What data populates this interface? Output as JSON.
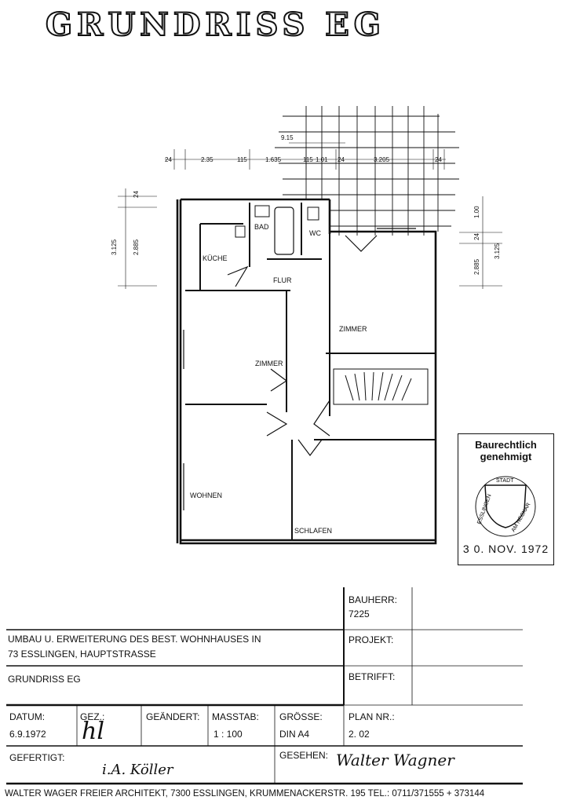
{
  "title": "GRUNDRISS EG",
  "dimensions": {
    "top_overall": "9.15",
    "top": [
      "24",
      "2.35",
      "115",
      "1.635",
      "115",
      "1.01",
      "24",
      "3.205",
      "24"
    ],
    "left": [
      "24",
      "3.125",
      "2.885"
    ],
    "right": [
      "1.00",
      "24",
      "2.885",
      "3.125"
    ]
  },
  "rooms": {
    "bad": "BAD",
    "wc": "WC",
    "kueche": "KÜCHE",
    "flur": "FLUR",
    "zimmer_right": "ZIMMER",
    "zimmer_left": "ZIMMER",
    "wohnen": "WOHNEN",
    "schlafen": "SCHLAFEN"
  },
  "stamp": {
    "line1": "Baurechtlich",
    "line2": "genehmigt",
    "seal_top": "STADT",
    "seal_left": "ESSLINGEN",
    "seal_right": "AM NECKAR",
    "date": "3 0. NOV. 1972"
  },
  "title_block": {
    "bauherr_label": "BAUHERR:",
    "bauherr_value": "7225",
    "project_line1": "UMBAU U. ERWEITERUNG DES BEST. WOHNHAUSES IN",
    "project_line2": "73 ESSLINGEN,  HAUPTSTRASSE",
    "projekt_label": "PROJEKT:",
    "plan_name": "GRUNDRISS  EG",
    "betrifft_label": "BETRIFFT:",
    "datum_label": "DATUM:",
    "datum_value": "6.9.1972",
    "gez_label": "GEZ.:",
    "gez_value": "hl",
    "geaendert_label": "GEÄNDERT:",
    "masstab_label": "MASSTAB:",
    "masstab_value": "1 : 100",
    "groesse_label": "GRÖSSE:",
    "groesse_value": "DIN  A4",
    "plan_nr_label": "PLAN NR.:",
    "plan_nr_value": "2. 02",
    "gefertigt_label": "GEFERTIGT:",
    "gefertigt_signature": "i.A. Köller",
    "gesehen_label": "GESEHEN:",
    "gesehen_signature": "Walter Wagner",
    "footer": "WALTER WAGER FREIER ARCHITEKT, 7300 ESSLINGEN, KRUMMENACKERSTR. 195  TEL.: 0711/371555 + 373144"
  }
}
